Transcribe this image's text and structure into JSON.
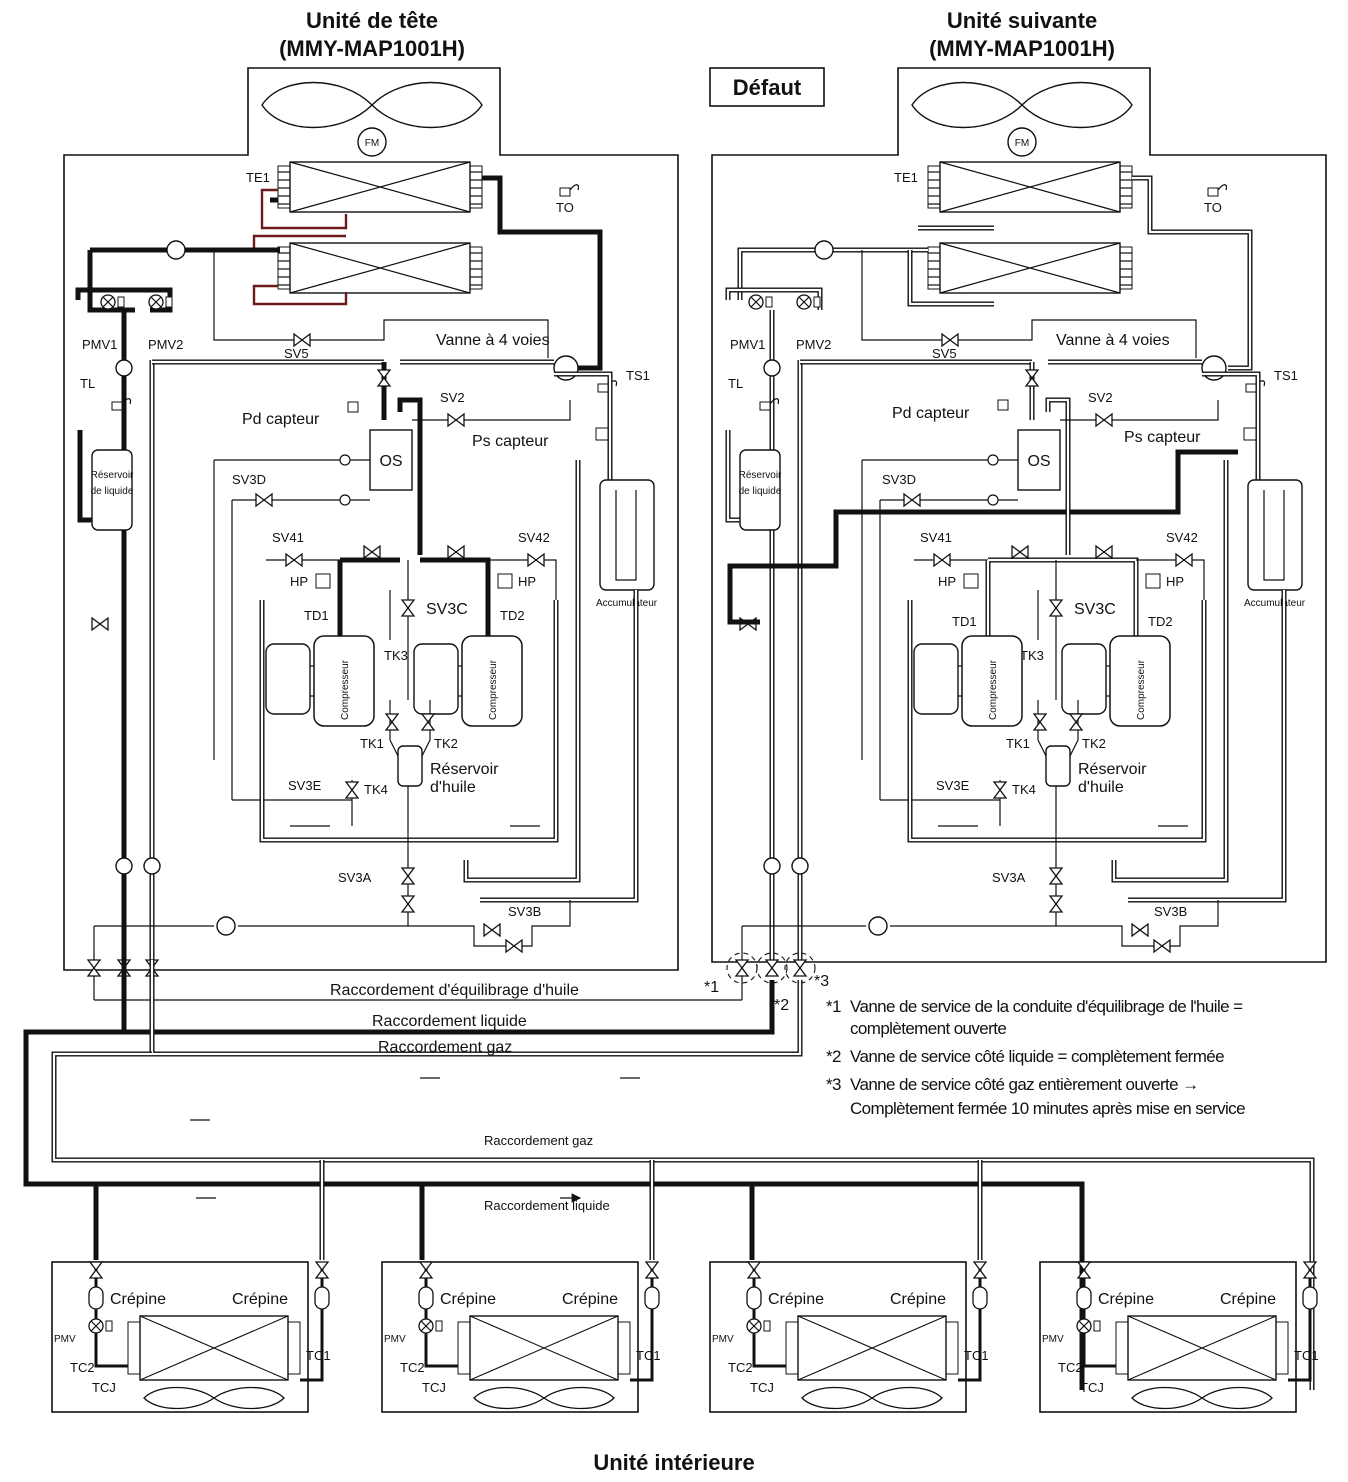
{
  "titles": {
    "head_unit": "Unité de tête",
    "head_model": "(MMY-MAP1001H)",
    "follower_unit": "Unité suivante",
    "follower_model": "(MMY-MAP1001H)",
    "fault_badge": "Défaut",
    "indoor_unit": "Unité intérieure"
  },
  "outdoor_components": {
    "fan_motor": "FM",
    "te1": "TE1",
    "to": "TO",
    "pmv1": "PMV1",
    "pmv2": "PMV2",
    "sv5": "SV5",
    "four_way_valve": "Vanne à 4 voies",
    "ts1": "TS1",
    "tl": "TL",
    "sv2": "SV2",
    "pd_sensor": "Pd capteur",
    "ps_sensor": "Ps capteur",
    "liquid_tank_1": "Réservoir",
    "liquid_tank_2": "de liquide",
    "sv3d": "SV3D",
    "os": "OS",
    "sv41": "SV41",
    "sv42": "SV42",
    "hp": "HP",
    "td1": "TD1",
    "td2": "TD2",
    "sv3c": "SV3C",
    "tk3": "TK3",
    "compressor": "Compresseur",
    "accumulator": "Accumulateur",
    "tk1": "TK1",
    "tk2": "TK2",
    "oil_tank_1": "Réservoir",
    "oil_tank_2": "d'huile",
    "sv3e": "SV3E",
    "tk4": "TK4",
    "sv3a": "SV3A",
    "sv3b": "SV3B"
  },
  "piping": {
    "oil_balance": "Raccordement d'équilibrage d'huile",
    "liquid": "Raccordement liquide",
    "gas": "Raccordement gaz",
    "gas_main": "Raccordement gaz",
    "liquid_main": "Raccordement liquide"
  },
  "service_marks": {
    "m1": "*1",
    "m2": "*2",
    "m3": "*3"
  },
  "notes": [
    {
      "mark": "*1",
      "line1": "Vanne de service de la conduite d'équilibrage de l'huile =",
      "line2": "complètement ouverte"
    },
    {
      "mark": "*2",
      "line1": "Vanne de service côté liquide = complètement fermée",
      "line2": ""
    },
    {
      "mark": "*3",
      "line1": "Vanne de service côté gaz entièrement ouverte →",
      "line2": "Complètement fermée 10 minutes après mise en service"
    }
  ],
  "indoor_components": {
    "strainer": "Crépine",
    "pmv": "PMV",
    "tc1": "TC1",
    "tc2": "TC2",
    "tcj": "TCJ"
  }
}
